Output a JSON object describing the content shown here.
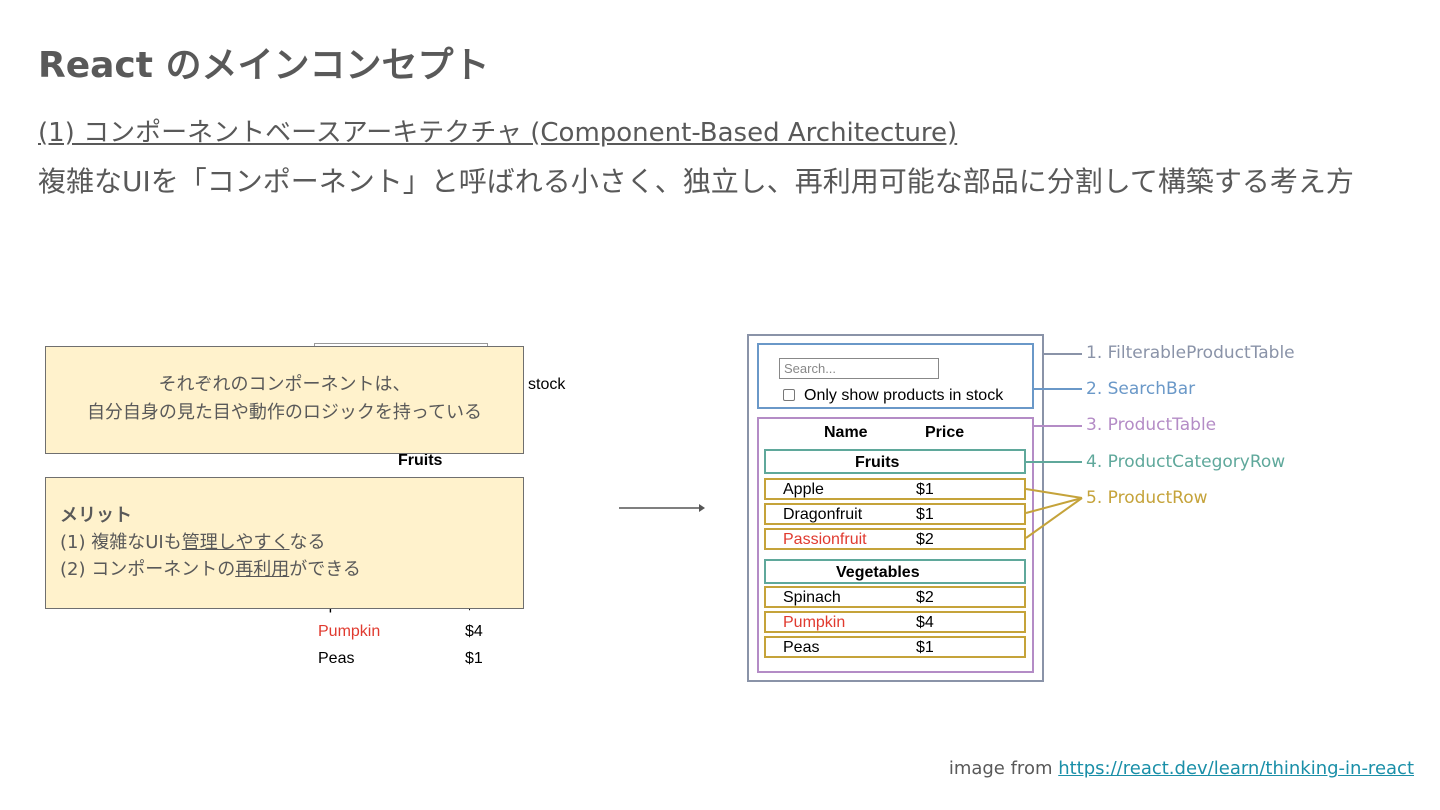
{
  "slide": {
    "title": "React のメインコンセプト",
    "subtitle": "(1) コンポーネントベースアーキテクチャ (Component-Based Architecture)",
    "description": "複雑なUIを「コンポーネント」と呼ばれる小さく、独立し、再利用可能な部品に分割して構築する考え方"
  },
  "left_preview": {
    "stock_fragment": "stock",
    "category": "Fruits",
    "rows": [
      {
        "name": "Spinach",
        "price": "$2"
      },
      {
        "name": "Pumpkin",
        "price": "$4"
      },
      {
        "name": "Peas",
        "price": "$1"
      }
    ]
  },
  "note1": {
    "line1": "それぞれのコンポーネントは、",
    "line2": "自分自身の見た目や動作のロジックを持っている"
  },
  "note2": {
    "heading": "メリット",
    "item1_pre": "(1) 複雑なUIも",
    "item1_u": "管理しやすく",
    "item1_post": "なる",
    "item2_pre": "(2) コンポーネントの",
    "item2_u": "再利用",
    "item2_post": "ができる"
  },
  "mock": {
    "search_placeholder": "Search...",
    "checkbox_label": "Only show products in stock",
    "col_name": "Name",
    "col_price": "Price",
    "fruits": "Fruits",
    "vegetables": "Vegetables",
    "fruit_rows": [
      {
        "name": "Apple",
        "price": "$1"
      },
      {
        "name": "Dragonfruit",
        "price": "$1"
      },
      {
        "name": "Passionfruit",
        "price": "$2"
      }
    ],
    "veg_rows": [
      {
        "name": "Spinach",
        "price": "$2"
      },
      {
        "name": "Pumpkin",
        "price": "$4"
      },
      {
        "name": "Peas",
        "price": "$1"
      }
    ]
  },
  "labels": {
    "l1": "1. FilterableProductTable",
    "l2": "2. SearchBar",
    "l3": "3. ProductTable",
    "l4": "4. ProductCategoryRow",
    "l5": "5. ProductRow"
  },
  "colors": {
    "filterable": "#8a93a8",
    "searchbar": "#6a98c8",
    "producttable": "#b48cc6",
    "category": "#5fa89b",
    "row": "#c5a33a",
    "note_bg": "#fff2cc",
    "link": "#1a8fa8"
  },
  "credit": {
    "prefix": "image from ",
    "link": "https://react.dev/learn/thinking-in-react"
  }
}
